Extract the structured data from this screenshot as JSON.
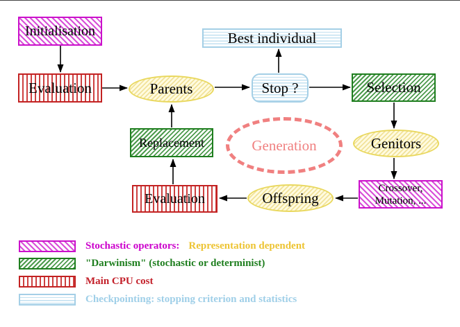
{
  "diagram": {
    "nodes": {
      "initialisation": {
        "label": "Initialisation",
        "style": "stochastic-operator"
      },
      "evaluation_top": {
        "label": "Evaluation",
        "style": "cpu-cost"
      },
      "parents": {
        "label": "Parents",
        "style": "population"
      },
      "best_individual": {
        "label": "Best individual",
        "style": "checkpointing"
      },
      "stop": {
        "label": "Stop ?",
        "style": "checkpointing"
      },
      "selection": {
        "label": "Selection",
        "style": "darwinism"
      },
      "replacement": {
        "label": "Replacement",
        "style": "darwinism"
      },
      "genitors": {
        "label": "Genitors",
        "style": "population"
      },
      "generation": {
        "label": "Generation",
        "style": "loop-annotation"
      },
      "crossover_mutation": {
        "line1": "Crossover,",
        "line2": "Mutation, ...",
        "style": "stochastic-operator"
      },
      "evaluation_bottom": {
        "label": "Evaluation",
        "style": "cpu-cost"
      },
      "offspring": {
        "label": "Offspring",
        "style": "population"
      }
    },
    "arrows": [
      "initialisation->evaluation_top",
      "evaluation_top->parents",
      "parents->stop",
      "stop->best_individual",
      "stop->selection",
      "selection->genitors",
      "genitors->crossover_mutation",
      "crossover_mutation->offspring",
      "offspring->evaluation_bottom",
      "evaluation_bottom->replacement",
      "replacement->parents"
    ]
  },
  "legend": {
    "items": [
      {
        "swatch": "magenta-diagonal-hatch",
        "label": "Stochastic operators:",
        "label2": "Representation dependent",
        "label_color": "#cc00cc",
        "label2_color": "#edc433"
      },
      {
        "swatch": "green-diagonal-hatch",
        "label": "\"Darwinism\" (stochastic or determinist)",
        "label_color": "#1e7e1e"
      },
      {
        "swatch": "red-vertical-stripes",
        "label": "Main CPU cost",
        "label_color": "#c3202a"
      },
      {
        "swatch": "cyan-horizontal-stripes",
        "label": "Checkpointing: stopping criterion and statistics",
        "label_color": "#9fcfe8"
      }
    ]
  },
  "colors": {
    "magenta": "#cc00cc",
    "green": "#1e7e1e",
    "red": "#c32222",
    "cyan": "#a4cfe6",
    "yellow": "#e9d85e",
    "salmon": "#f08080",
    "gold_text": "#edc433",
    "black": "#000000",
    "background": "#ffffff"
  }
}
